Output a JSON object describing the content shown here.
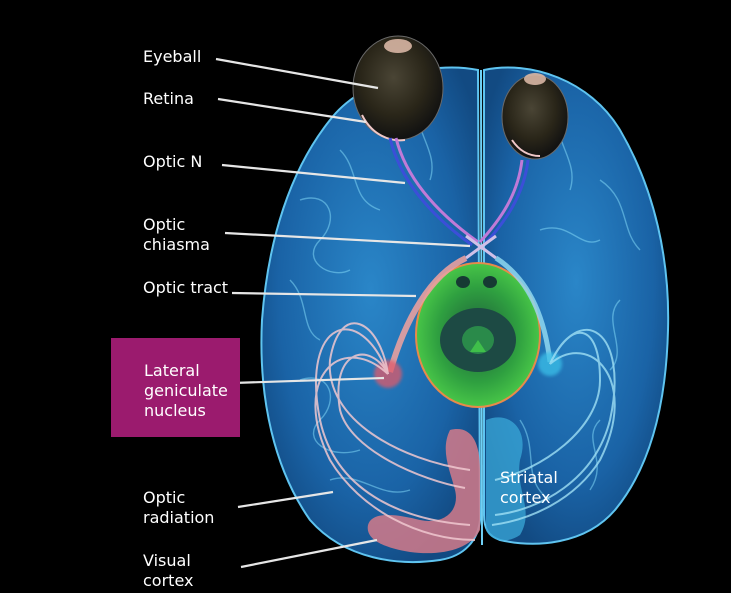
{
  "diagram": {
    "title": "Visual pathway (inferior view of brain)",
    "labels": {
      "eyeball": "Eyeball",
      "retina": "Retina",
      "optic_nerve": "Optic N",
      "optic_chiasma": "Optic\nchiasma",
      "optic_tract": "Optic tract",
      "lateral_geniculate_nucleus": "Lateral\ngeniculate\nnucleus",
      "optic_radiation": "Optic\nradiation",
      "visual_cortex": "Visual\ncortex",
      "striatal_cortex": "Striatal\ncortex"
    },
    "highlighted_label": "lateral_geniculate_nucleus",
    "colors": {
      "background": "#000000",
      "brain": "#1e6fb0",
      "brain_outline": "#5fc4f0",
      "visual_cortex": "#d47a8a",
      "brainstem": "#3fbf4a",
      "highlight_box": "#9b1b6e",
      "leader_line": "#e6e6e6",
      "label_text": "#ffffff"
    }
  }
}
